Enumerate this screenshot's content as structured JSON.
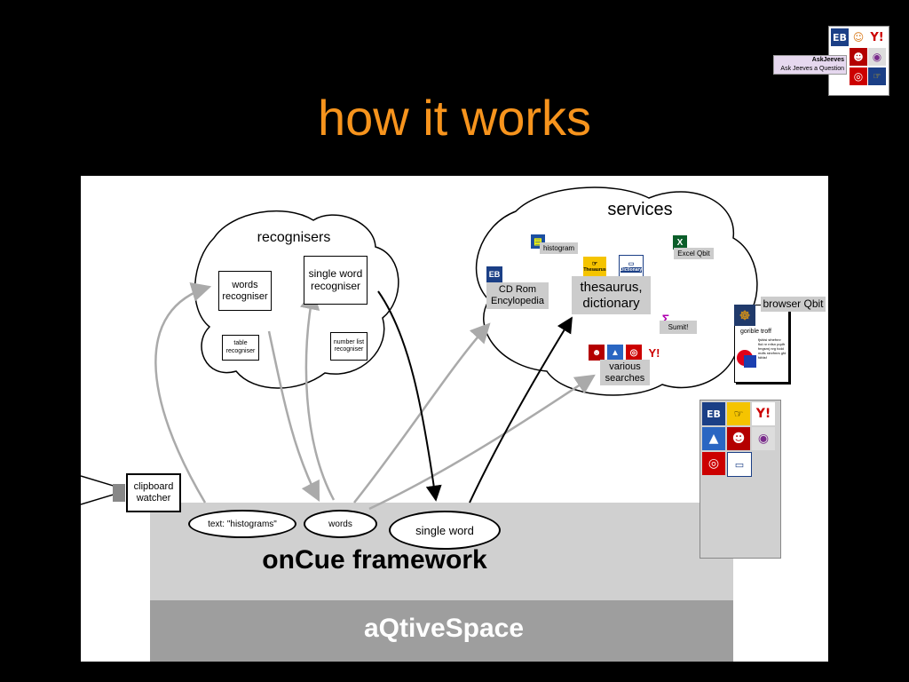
{
  "slide": {
    "title": "how it works"
  },
  "corner_logo": {
    "banner_title": "AskJeeves",
    "banner_subtitle": "Ask Jeeves a Question"
  },
  "recognisers": {
    "title": "recognisers",
    "words": "words recogniser",
    "single_word": "single word recogniser",
    "table": "table recogniser",
    "number_list": "number list recogniser"
  },
  "services": {
    "title": "services",
    "histogram": "histogram",
    "excel": "Excel Qbit",
    "cdrom": "CD Rom Encylopedia",
    "thesaurus": "thesaurus, dictionary",
    "sumit": "Sumit!",
    "various": "various searches",
    "thesaurus_icon_label": "Thesaurus",
    "dictionary_icon_label": "Dictionary"
  },
  "browser": {
    "title": "browser Qbit",
    "page_heading": "gorible troff",
    "page_text": "fjsfdsi sfnefnnr fkd nr rnfsn pqdfr fmgsrnj nrg fodd mdfs rdnrfmrs gfd fdfdsf"
  },
  "bottom": {
    "clipboard": "clipboard watcher",
    "text_event": "text: \"histograms\"",
    "words_event": "words",
    "single_word_event": "single word",
    "framework": "onCue framework",
    "space": "aQtiveSpace"
  },
  "colors": {
    "title": "#f7941d",
    "framework_bg": "#d0d0d0",
    "space_bg": "#9e9e9e",
    "label_bg": "#cccccc"
  }
}
